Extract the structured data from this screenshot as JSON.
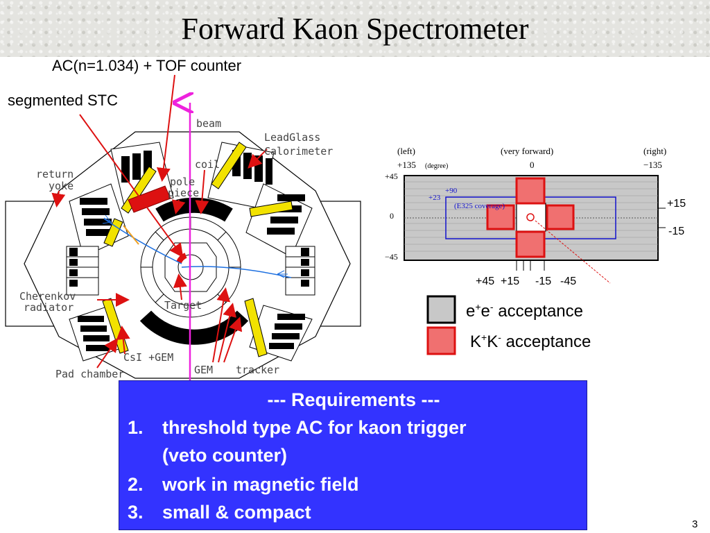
{
  "title": "Forward Kaon Spectrometer",
  "callouts": {
    "ac_tof": "AC(n=1.034) + TOF counter",
    "segmented_stc": "segmented STC"
  },
  "detector_labels": {
    "beam": "beam",
    "leadglass_1": "LeadGlass",
    "leadglass_2": "Calorimeter",
    "coil": "coil",
    "return_1": "return",
    "return_2": "yoke",
    "pole_1": "pole",
    "pole_2": "piece",
    "cherenkov_1": "Cherenkov",
    "cherenkov_2": "radiator",
    "target": "Target",
    "csi_gem": "CsI +GEM",
    "pad_chamber": "Pad chamber",
    "gem": "GEM",
    "tracker": "tracker"
  },
  "acceptance_plot": {
    "left": "(left)",
    "very_forward": "(very forward)",
    "right": "(right)",
    "plus135": "+135",
    "degree": "(degree)",
    "zero_top": "0",
    "minus135": "−135",
    "y_plus45": "+45",
    "y_zero": "0",
    "y_minus45": "−45",
    "plus90": "+90",
    "plus23": "+23",
    "e325": "(E325 coverage)",
    "r_plus15": "+15",
    "r_minus15": "-15",
    "b_plus45": "+45",
    "b_plus15": "+15",
    "b_minus15": "-15",
    "b_minus45": "-45"
  },
  "legend": {
    "ee_base": "e",
    "ee_sup1": "+",
    "ee_mid": "e",
    "ee_sup2": "-",
    "ee_suffix": " acceptance",
    "kk_base": "K",
    "kk_sup1": "+",
    "kk_mid": "K",
    "kk_sup2": "-",
    "kk_suffix": " acceptance"
  },
  "requirements": {
    "header": "--- Requirements ---",
    "items": [
      {
        "num": "1.",
        "lines": [
          "threshold type AC for kaon trigger",
          "(veto counter)"
        ]
      },
      {
        "num": "2.",
        "lines": [
          "work in magnetic field"
        ]
      },
      {
        "num": "3.",
        "lines": [
          "small & compact"
        ]
      }
    ]
  },
  "page_number": "3",
  "colors": {
    "red": "#dd1111",
    "magenta": "#ee22dd",
    "blue_box": "#3333ff",
    "yellow": "#f2e200",
    "gray": "#c8c8c8"
  }
}
